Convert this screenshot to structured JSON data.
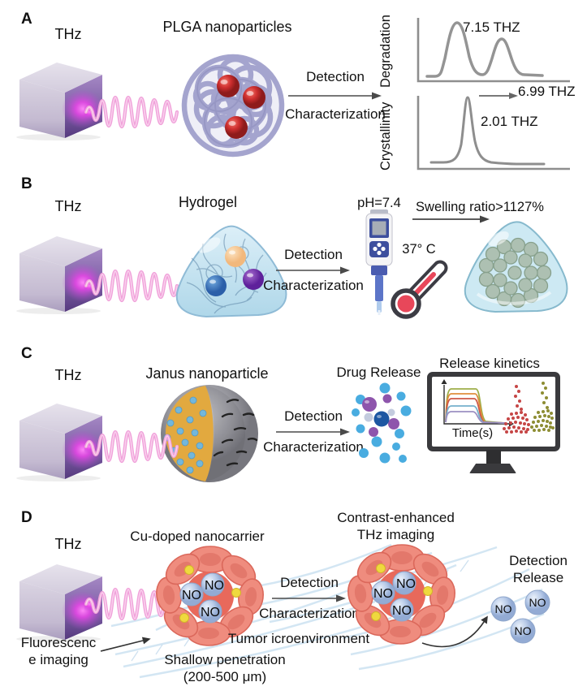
{
  "colors": {
    "beam_pink": "#F0A2DA",
    "emitter_purple": "#5A3E84",
    "emitter_glow": "#EC4BEC",
    "plga_strand": "#A1A1CC",
    "drug_red_sphere": "#C03030",
    "hydrogel_blue": "#BFE0EF",
    "janus_yellow": "#E2A93F",
    "janus_grey": "#8A8A90",
    "tumor_cell_red": "#EF8C7E",
    "no_sphere_blue": "#BDCFEA",
    "yellow_dot": "#EFD93E",
    "spectrum_grey": "#919191",
    "scatter_red": "#C64646",
    "scatter_olive": "#8D8D33",
    "monitor_frame": "#3A3A3D",
    "thermometer_red": "#E8475A",
    "ph_meter_blue": "#3D4F9E"
  },
  "panels": {
    "a": {
      "label": "A",
      "beam_label": "THz",
      "object_label": "PLGA nanoparticles",
      "detection": "Detection",
      "characterization": "Characterization",
      "spectra": {
        "degradation": {
          "axis_label": "Degradation",
          "peak_label": "7.15 THZ"
        },
        "crystallinity": {
          "axis_label": "Crystallinity",
          "peak_label": "2.01 THZ",
          "arrow_label": "6.99 THZ"
        }
      }
    },
    "b": {
      "label": "B",
      "beam_label": "THz",
      "object_label": "Hydrogel",
      "detection": "Detection",
      "characterization": "Characterization",
      "ph_label": "pH=7.4",
      "temperature_label": "37° C",
      "swelling_label": "Swelling ratio>1127%"
    },
    "c": {
      "label": "C",
      "beam_label": "THz",
      "object_label": "Janus nanoparticle",
      "detection": "Detection",
      "characterization": "Characterization",
      "drug_release_label": "Drug Release",
      "kinetics_title": "Release kinetics",
      "time_axis_label": "Time(s)"
    },
    "d": {
      "label": "D",
      "beam_label": "THz",
      "object_label": "Cu-doped nanocarrier",
      "detection": "Detection",
      "characterization": "Characterization",
      "contrast_line1": "Contrast-enhanced",
      "contrast_line2": "THz imaging",
      "fluorescence_line1": "Fluorescenc",
      "fluorescence_line2": "e imaging",
      "tumor_label": "Tumor icroenvironment",
      "penetration_line1": "Shallow penetration",
      "penetration_line2": "(200-500 μm)",
      "release_line1": "Detection",
      "release_line2": "Release",
      "no_label": "NO"
    }
  },
  "chart_data": [
    {
      "type": "line",
      "panel": "A",
      "ylabel": "Degradation",
      "description": "THz absorption spectrum with two smooth peaks (first taller than second)",
      "peak_labels": [
        "7.15 THZ"
      ]
    },
    {
      "type": "line",
      "panel": "A",
      "ylabel": "Crystallinity",
      "description": "THz absorption spectrum with one sharp peak",
      "peak_labels": [
        "2.01 THZ"
      ],
      "arrow_label": "6.99 THZ"
    },
    {
      "type": "line",
      "panel": "C",
      "title": "Release kinetics",
      "xlabel": "Time(s)",
      "description": "five colored step-release traces (olive, orange, red, teal, purple) plus red and olive scatter clusters"
    }
  ]
}
